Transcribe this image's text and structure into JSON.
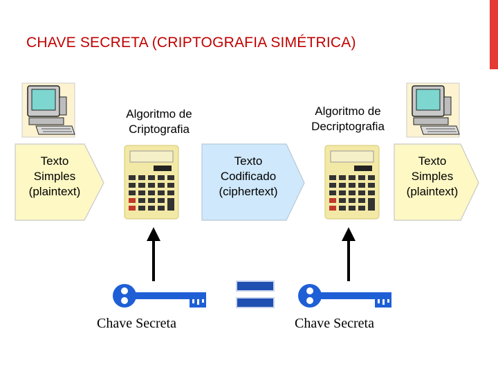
{
  "title": "CHAVE SECRETA (CRIPTOGRAFIA SIMÉTRICA)",
  "accent_color": "#c00000",
  "nodes": {
    "plain_left": [
      "Texto",
      "Simples",
      "(plaintext)"
    ],
    "cipher": [
      "Texto",
      "Codificado",
      "(ciphertext)"
    ],
    "plain_right": [
      "Texto",
      "Simples",
      "(plaintext)"
    ]
  },
  "algorithms": {
    "encrypt": [
      "Algoritmo de",
      "Criptografia"
    ],
    "decrypt": [
      "Algoritmo de",
      "Decriptografia"
    ]
  },
  "keys": {
    "left_label": "Chave Secreta",
    "right_label": "Chave Secreta"
  },
  "icons": [
    "computer-icon",
    "calculator-icon",
    "key-icon",
    "equals-icon",
    "arrow-up-icon"
  ],
  "colors": {
    "plaintext_fill": "#fdf8c4",
    "ciphertext_fill": "#cfe8fb",
    "key_blue": "#1f5fd6",
    "equals_blue": "#1f4fb0"
  }
}
